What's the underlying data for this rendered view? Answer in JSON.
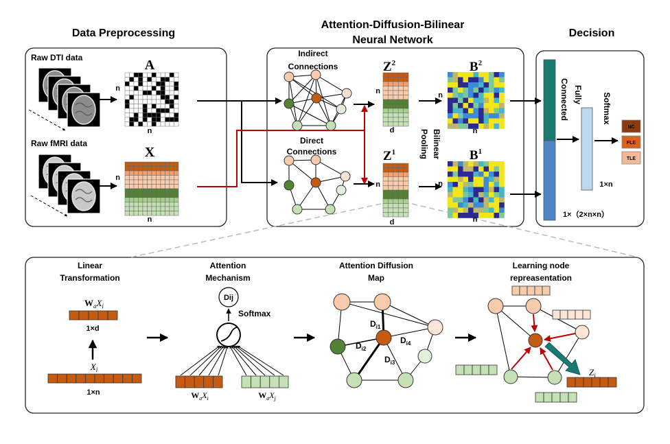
{
  "titles": {
    "preprocessing": "Data Preprocessing",
    "network_line1": "Attention-Diffusion-Bilinear",
    "network_line2": "Neural Network",
    "decision": "Decision"
  },
  "preprocessing": {
    "dti_label": "Raw DTI data",
    "fmri_label": "Raw fMRI data",
    "matrix_a": "A",
    "matrix_x": "X",
    "dim_n": "n"
  },
  "network": {
    "indirect_line1": "Indirect",
    "indirect_line2": "Connections",
    "direct_line1": "Direct",
    "direct_line2": "Connections",
    "z2": "Z",
    "z2_sup": "2",
    "z1": "Z",
    "z1_sup": "1",
    "b2": "B",
    "b2_sup": "2",
    "b1": "B",
    "b1_sup": "1",
    "dim_n": "n",
    "dim_d": "d",
    "bilinear_line1": "Bilinear",
    "bilinear_line2": "Pooling"
  },
  "decision": {
    "fc_line1": "Fully",
    "fc_line2": "Connected",
    "softmax": "Softmax",
    "classes": [
      "NC",
      "FLE",
      "TLE"
    ],
    "class_colors": [
      "#8a3c10",
      "#d9621c",
      "#f5b895"
    ],
    "dim_1xn": "1×n",
    "dim_bottom": "1×（2×n×n）"
  },
  "details": {
    "linear_line1": "Linear",
    "linear_line2": "Transformation",
    "attention_line1": "Attention",
    "attention_line2": "Mechanism",
    "diffusion_line1": "Attention Diffusion",
    "diffusion_line2": "Map",
    "learning_line1": "Learning node",
    "learning_line2": "repreasentation",
    "wa": "W",
    "wa_sub": "a",
    "x": "X",
    "x_sub_i": "i",
    "x_sub_j": "j",
    "dim_1xd": "1×d",
    "dim_1xn": "1×n",
    "dij": "Dij",
    "softmax": "Softmax",
    "di1": "D",
    "di1_sub": "i1",
    "di2": "D",
    "di2_sub": "i2",
    "di3": "D",
    "di3_sub": "i3",
    "di4": "D",
    "di4_sub": "i4",
    "z": "Z",
    "z_sub": "i"
  },
  "colors": {
    "orange_dark": "#c55a11",
    "orange_light": "#f8cbad",
    "green_dark": "#548235",
    "green_light": "#c5e0b4",
    "red_arrow": "#c00000",
    "teal": "#1a7a72",
    "blue": "#4a86c8",
    "light_blue": "#bdd7ee"
  }
}
